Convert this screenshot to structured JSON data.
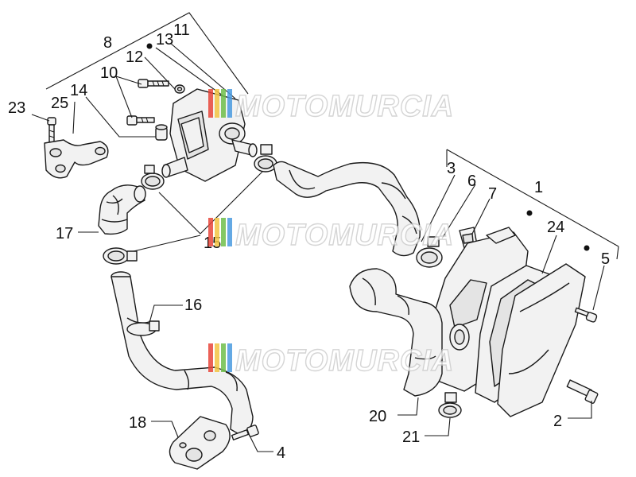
{
  "callouts": {
    "c1": "1",
    "c2": "2",
    "c3": "3",
    "c4": "4",
    "c5": "5",
    "c6": "6",
    "c7": "7",
    "c8": "8",
    "c10": "10",
    "c11": "11",
    "c12": "12",
    "c13": "13",
    "c14": "14",
    "c15": "15",
    "c16": "16",
    "c17": "17",
    "c18": "18",
    "c20": "20",
    "c21": "21",
    "c23": "23",
    "c24": "24",
    "c25": "25"
  },
  "watermark": {
    "text": "MOTOMURCIA",
    "colors": [
      "#e8463a",
      "#f4c542",
      "#6fbf4b",
      "#4a9be0"
    ]
  },
  "colors": {
    "line": "#1a1a1a",
    "part_fill": "#f2f2f2",
    "background": "#ffffff"
  }
}
